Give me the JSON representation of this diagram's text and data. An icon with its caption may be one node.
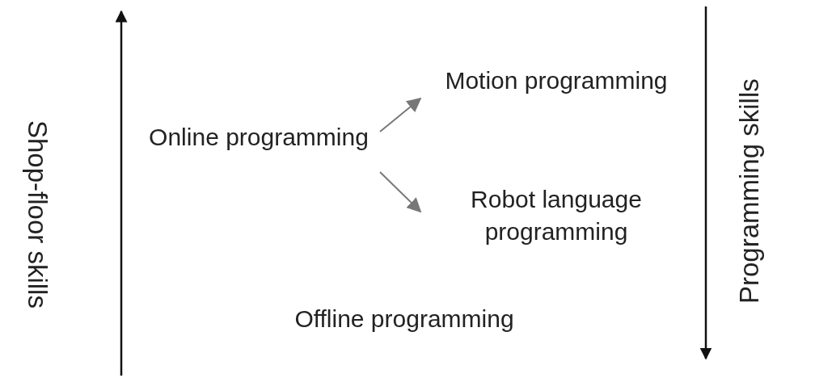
{
  "diagram": {
    "nodes": [
      {
        "text": [
          "Online programming"
        ]
      },
      {
        "text": [
          "Motion programming"
        ]
      },
      {
        "text": [
          "Robot language programming"
        ]
      },
      {
        "text": [
          "Offline programming"
        ]
      }
    ],
    "edges": [
      {
        "from": 0,
        "to": 1,
        "arrow": "to"
      },
      {
        "from": 0,
        "to": 2,
        "arrow": "to"
      }
    ],
    "labels": [
      "Shop-floor skills",
      "Programming skills"
    ]
  }
}
